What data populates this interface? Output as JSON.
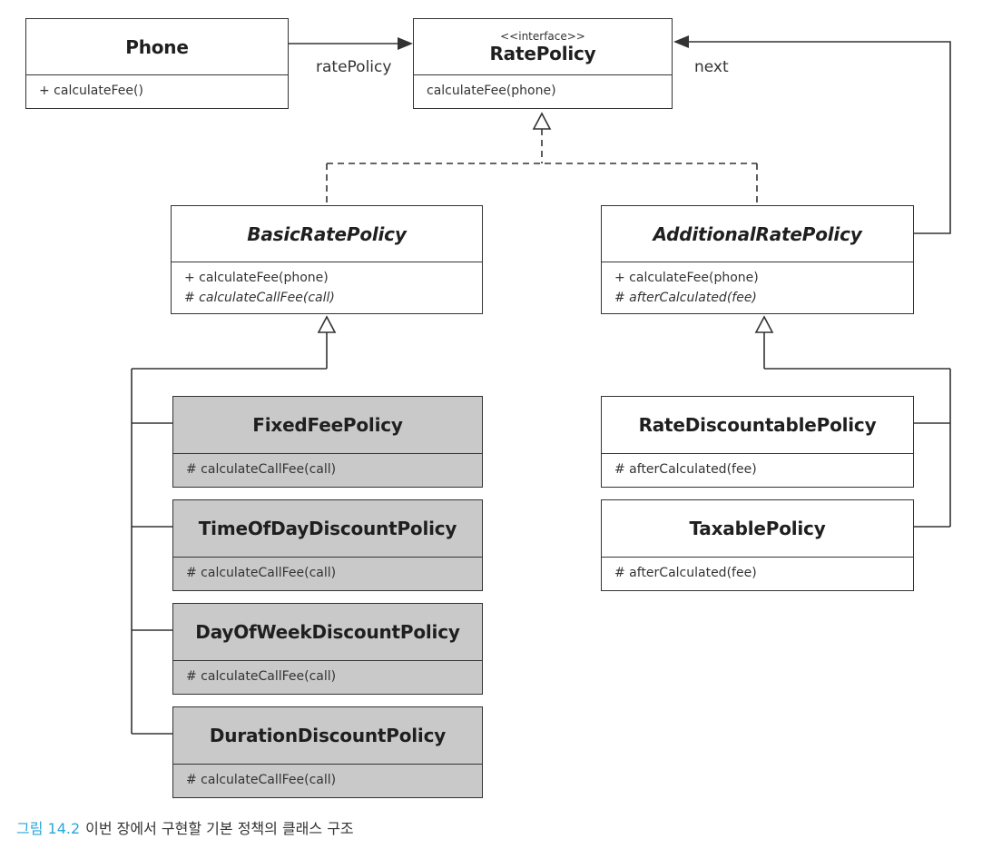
{
  "classes": {
    "phone": {
      "name": "Phone",
      "ops": [
        "+ calculateFee()"
      ]
    },
    "rate_policy": {
      "stereotype": "<<interface>>",
      "name": "RatePolicy",
      "ops": [
        "calculateFee(phone)"
      ]
    },
    "basic_rate_policy": {
      "name": "BasicRatePolicy",
      "ops": [
        "+ calculateFee(phone)",
        "# calculateCallFee(call)"
      ]
    },
    "additional_rate_policy": {
      "name": "AdditionalRatePolicy",
      "ops": [
        "+ calculateFee(phone)",
        "# afterCalculated(fee)"
      ]
    },
    "fixed_fee_policy": {
      "name": "FixedFeePolicy",
      "ops": [
        "# calculateCallFee(call)"
      ]
    },
    "time_of_day_discount_policy": {
      "name": "TimeOfDayDiscountPolicy",
      "ops": [
        "# calculateCallFee(call)"
      ]
    },
    "day_of_week_discount_policy": {
      "name": "DayOfWeekDiscountPolicy",
      "ops": [
        "# calculateCallFee(call)"
      ]
    },
    "duration_discount_policy": {
      "name": "DurationDiscountPolicy",
      "ops": [
        "# calculateCallFee(call)"
      ]
    },
    "rate_discountable_policy": {
      "name": "RateDiscountablePolicy",
      "ops": [
        "# afterCalculated(fee)"
      ]
    },
    "taxable_policy": {
      "name": "TaxablePolicy",
      "ops": [
        "# afterCalculated(fee)"
      ]
    }
  },
  "associations": {
    "rate_policy_label": "ratePolicy",
    "next_label": "next"
  },
  "caption": {
    "number": "그림 14.2",
    "text": "이번 장에서 구현할 기본 정책의 클래스 구조"
  }
}
